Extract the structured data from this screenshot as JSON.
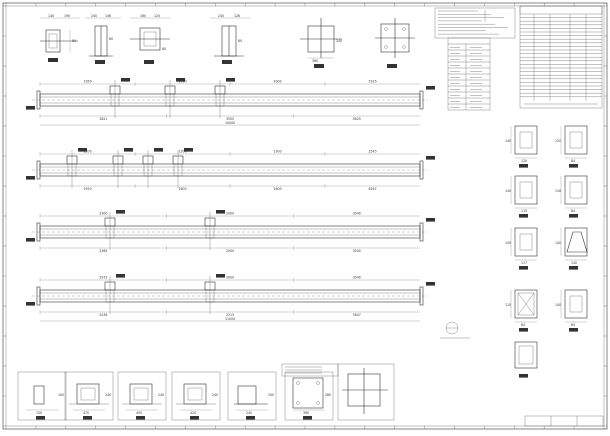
{
  "sheet": {
    "frame_color": "#333333",
    "line_color": "#444444",
    "tag_color": "#333333"
  },
  "top_details": [
    {
      "dims": [
        "140",
        "190",
        "80"
      ]
    },
    {
      "dims": [
        "240",
        "146",
        "80"
      ]
    },
    {
      "dims": [
        "160",
        "120",
        "80"
      ]
    },
    {
      "dims": [
        "240",
        "126",
        "80"
      ]
    },
    {
      "dims": [
        "360",
        "240"
      ]
    }
  ],
  "beams": [
    {
      "dims_top": [
        "1950",
        "2000",
        "2000",
        "2915"
      ],
      "dims_bottom": [
        "2821",
        "3550",
        "5625"
      ],
      "total": "10000"
    },
    {
      "dims_top": [
        "2200",
        "1300",
        "1300",
        "2545"
      ],
      "dims_bottom": [
        "1950",
        "1600",
        "1600",
        "6167"
      ],
      "total": ""
    },
    {
      "dims_top": [
        "2300",
        "2000",
        "3040"
      ],
      "dims_bottom": [
        "2365",
        "2000",
        "3040"
      ],
      "total": ""
    },
    {
      "dims_top": [
        "2972",
        "3000",
        "3040"
      ],
      "dims_bottom": [
        "2036",
        "2215",
        "3847"
      ],
      "total": "11000"
    }
  ],
  "side_details": [
    {
      "dims": [
        "140",
        "120"
      ]
    },
    {
      "dims": [
        "120",
        "84"
      ]
    },
    {
      "dims": [
        "140",
        "115"
      ]
    },
    {
      "dims": [
        "116",
        "84"
      ]
    },
    {
      "dims": [
        "150",
        "117"
      ]
    },
    {
      "dims": [
        "140",
        "140"
      ]
    },
    {
      "dims": [
        "110",
        "84"
      ]
    },
    {
      "dims": [
        "140",
        "84"
      ]
    }
  ],
  "bottom_details": [
    {
      "dims": [
        "150",
        "100"
      ]
    },
    {
      "dims": [
        "470",
        "240"
      ]
    },
    {
      "dims": [
        "450",
        "240"
      ]
    },
    {
      "dims": [
        "420",
        "240"
      ]
    },
    {
      "dims": [
        "240",
        "200"
      ]
    },
    {
      "dims": [
        "390",
        "280"
      ]
    }
  ]
}
